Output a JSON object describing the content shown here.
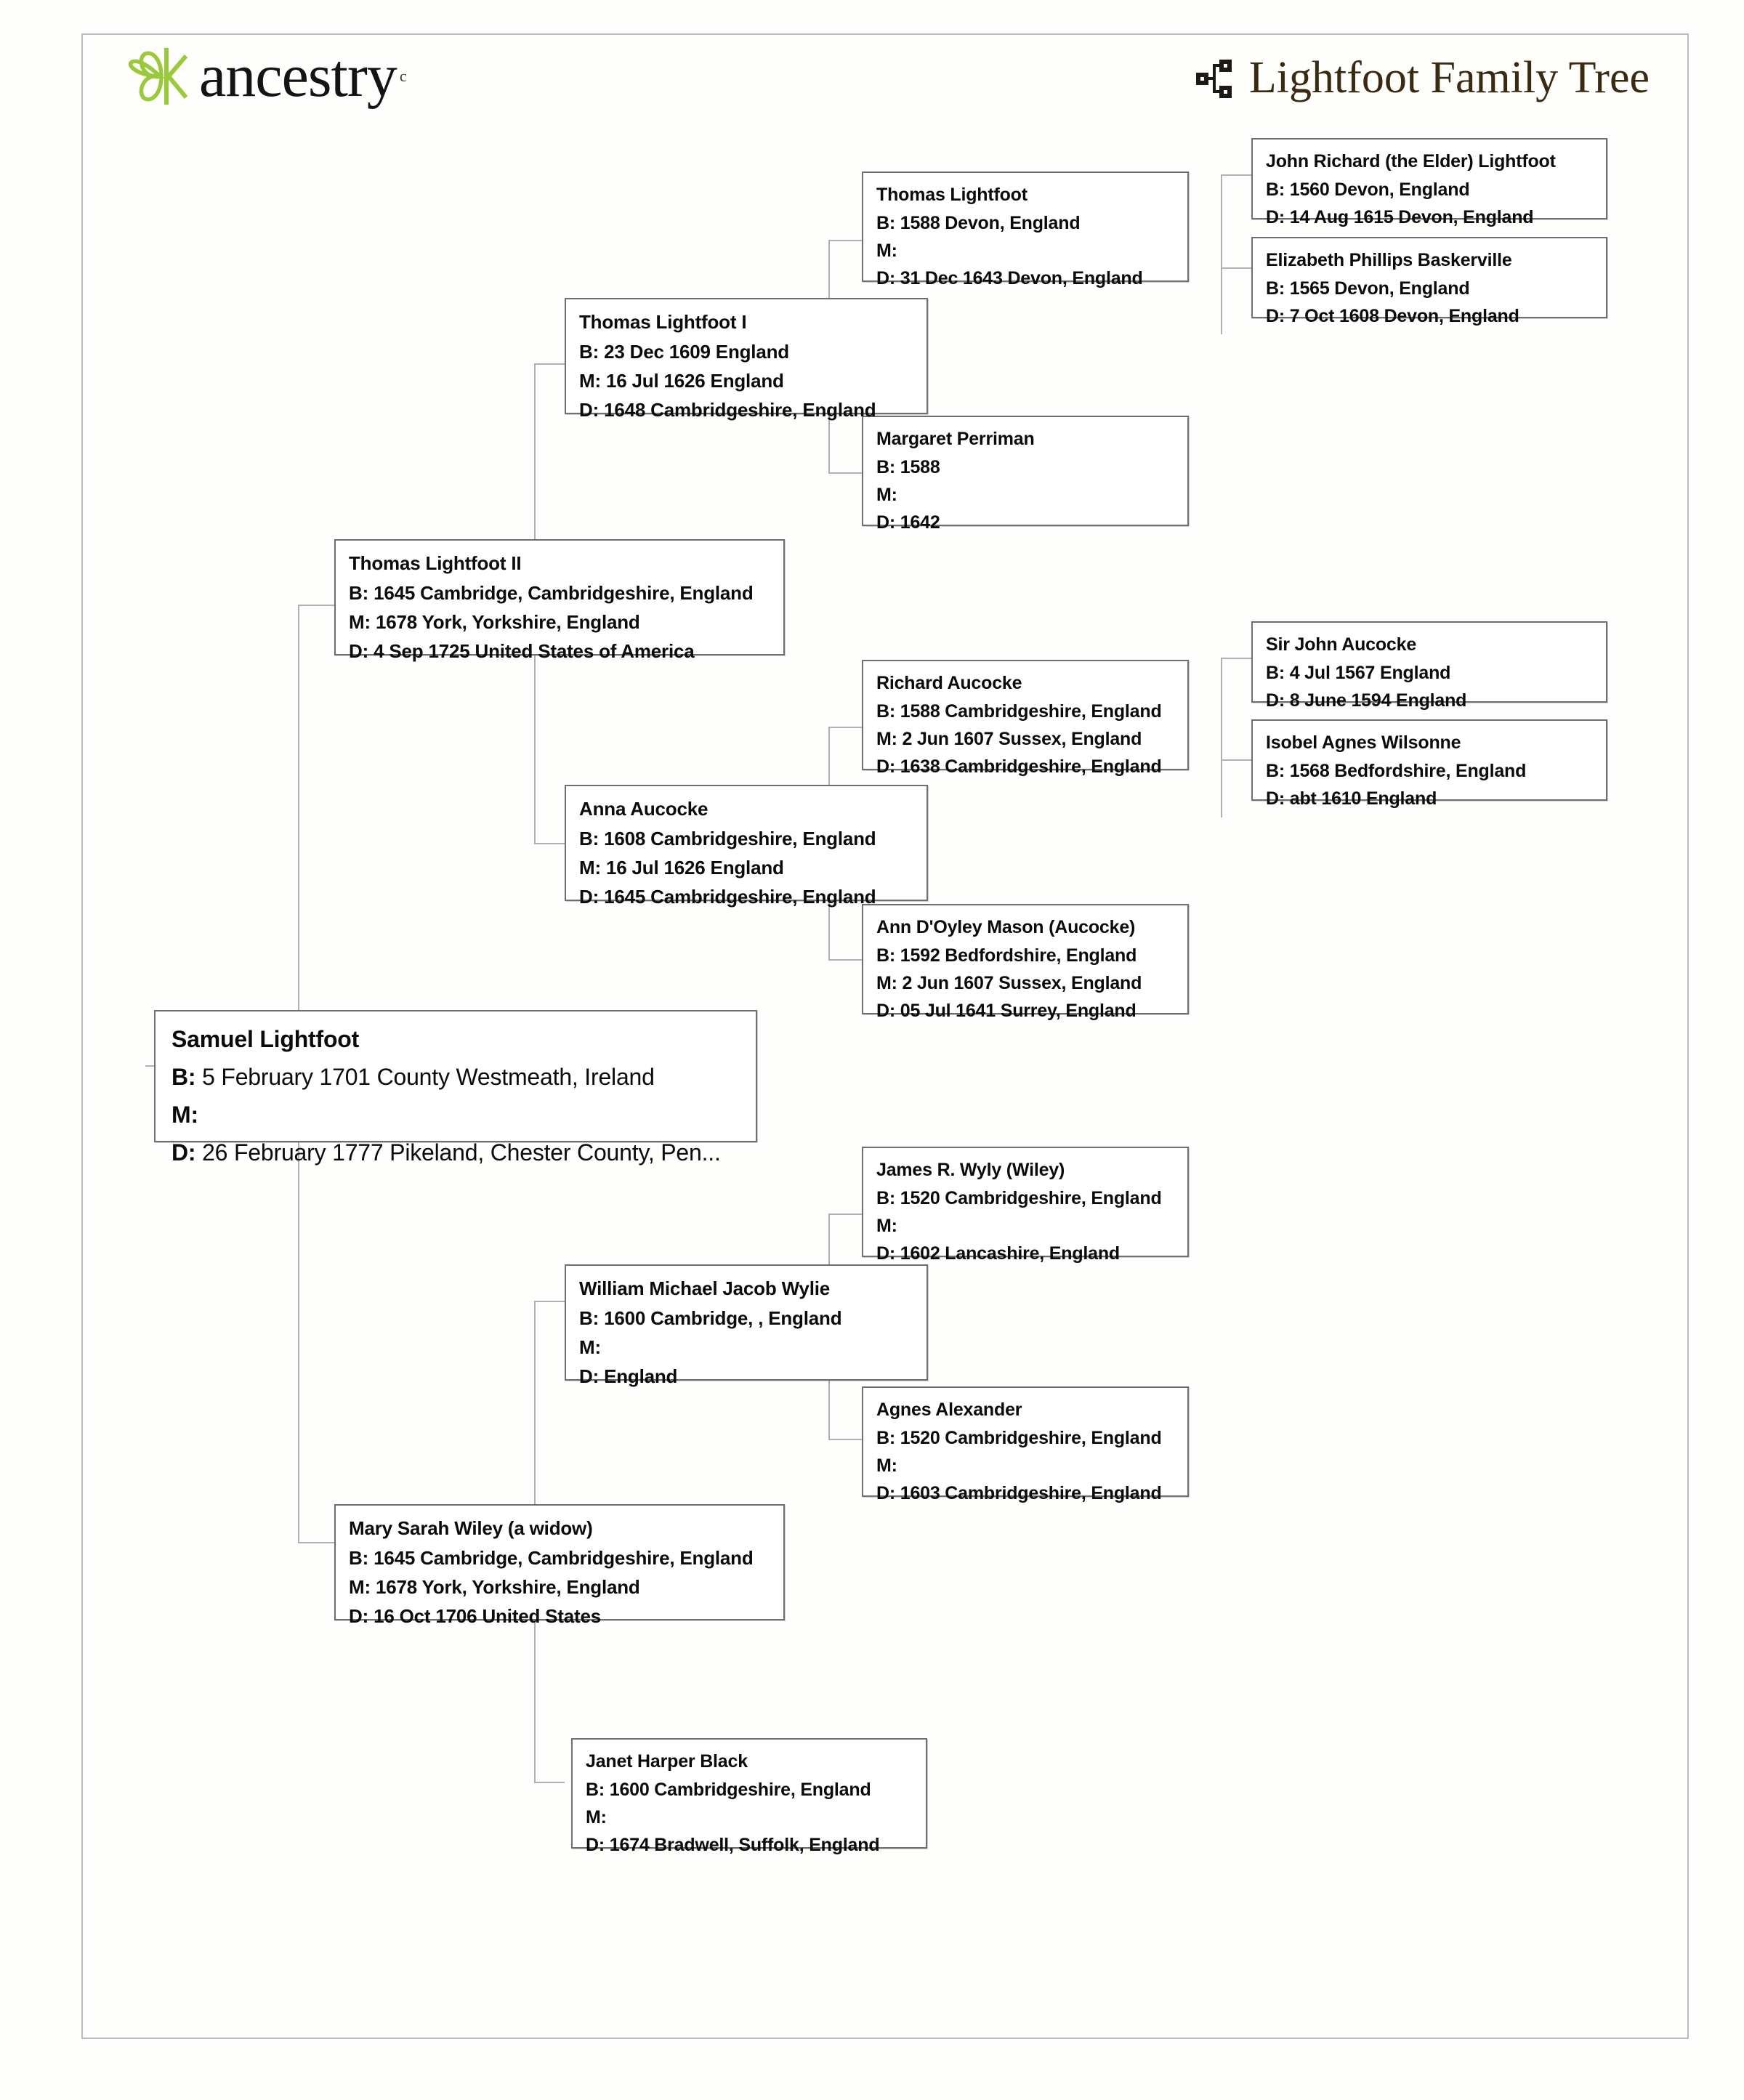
{
  "header": {
    "logo_text": "ancestry",
    "logo_trademark": "c",
    "logo_icon": "ancestry-leaf-logo",
    "title": "Lightfoot Family Tree",
    "title_icon": "family-tree-icon",
    "logo_color": "#9ACA3C",
    "title_color": "#3B2A12"
  },
  "chart_data": {
    "type": "tree",
    "title": "Lightfoot Family Tree",
    "root": "Samuel Lightfoot",
    "generations": 4,
    "labels": {
      "birth": "B:",
      "marriage": "M:",
      "death": "D:"
    }
  },
  "people": {
    "samuel_lightfoot": {
      "name": "Samuel Lightfoot",
      "b_label": "B:",
      "b": "5 February 1701 County Westmeath, Ireland",
      "m_label": "M:",
      "m": "",
      "d_label": "D:",
      "d": "26 February 1777 Pikeland, Chester County, Pen..."
    },
    "thomas_lightfoot_ii": {
      "name": "Thomas Lightfoot II",
      "b_label": "B:",
      "b": "1645 Cambridge, Cambridgeshire, England",
      "m_label": "M:",
      "m": "1678 York, Yorkshire, England",
      "d_label": "D:",
      "d": "4 Sep 1725 United States of America"
    },
    "mary_sarah_wiley": {
      "name": "Mary Sarah Wiley (a widow)",
      "b_label": "B:",
      "b": "1645 Cambridge, Cambridgeshire, England",
      "m_label": "M:",
      "m": "1678 York, Yorkshire, England",
      "d_label": "D:",
      "d": "16 Oct 1706 United States"
    },
    "thomas_lightfoot_i": {
      "name": "Thomas Lightfoot I",
      "b_label": "B:",
      "b": "23 Dec 1609 England",
      "m_label": "M:",
      "m": "16 Jul 1626 England",
      "d_label": "D:",
      "d": "1648 Cambridgeshire, England"
    },
    "anna_aucocke": {
      "name": "Anna Aucocke",
      "b_label": "B:",
      "b": "1608 Cambridgeshire, England",
      "m_label": "M:",
      "m": "16 Jul 1626 England",
      "d_label": "D:",
      "d": "1645 Cambridgeshire, England"
    },
    "william_michael_jacob_wylie": {
      "name": "William Michael Jacob Wylie",
      "b_label": "B:",
      "b": "1600 Cambridge, , England",
      "m_label": "M:",
      "m": "",
      "d_label": "D:",
      "d": "England"
    },
    "janet_harper_black": {
      "name": "Janet Harper Black",
      "b_label": "B:",
      "b": "1600 Cambridgeshire, England",
      "m_label": "M:",
      "m": "",
      "d_label": "D:",
      "d": "1674 Bradwell, Suffolk, England"
    },
    "thomas_lightfoot": {
      "name": "Thomas Lightfoot",
      "b_label": "B:",
      "b": "1588 Devon, England",
      "m_label": "M:",
      "m": "",
      "d_label": "D:",
      "d": "31 Dec 1643 Devon, England"
    },
    "margaret_perriman": {
      "name": "Margaret Perriman",
      "b_label": "B:",
      "b": "1588",
      "m_label": "M:",
      "m": "",
      "d_label": "D:",
      "d": "1642"
    },
    "richard_aucocke": {
      "name": "Richard Aucocke",
      "b_label": "B:",
      "b": "1588 Cambridgeshire, England",
      "m_label": "M:",
      "m": "2 Jun 1607 Sussex, England",
      "d_label": "D:",
      "d": "1638 Cambridgeshire, England"
    },
    "ann_doyley_mason": {
      "name": "Ann D'Oyley Mason (Aucocke)",
      "b_label": "B:",
      "b": "1592 Bedfordshire, England",
      "m_label": "M:",
      "m": "2 Jun 1607 Sussex, England",
      "d_label": "D:",
      "d": "05 Jul 1641 Surrey, England"
    },
    "james_r_wyly": {
      "name": "James R. Wyly (Wiley)",
      "b_label": "B:",
      "b": "1520 Cambridgeshire, England",
      "m_label": "M:",
      "m": "",
      "d_label": "D:",
      "d": "1602 Lancashire, England"
    },
    "agnes_alexander": {
      "name": "Agnes Alexander",
      "b_label": "B:",
      "b": "1520 Cambridgeshire, England",
      "m_label": "M:",
      "m": "",
      "d_label": "D:",
      "d": "1603 Cambridgeshire, England"
    },
    "john_richard_lightfoot": {
      "name": "John Richard (the Elder) Lightfoot",
      "b_label": "B:",
      "b": "1560 Devon, England",
      "d_label": "D:",
      "d": "14 Aug 1615 Devon, England"
    },
    "elizabeth_phillips_baskerville": {
      "name": "Elizabeth Phillips Baskerville",
      "b_label": "B:",
      "b": "1565 Devon, England",
      "d_label": "D:",
      "d": "7 Oct 1608 Devon, England"
    },
    "sir_john_aucocke": {
      "name": "Sir John Aucocke",
      "b_label": "B:",
      "b": "4 Jul 1567 England",
      "d_label": "D:",
      "d": "8 June 1594 England"
    },
    "isobel_agnes_wilsonne": {
      "name": "Isobel Agnes Wilsonne",
      "b_label": "B:",
      "b": "1568 Bedfordshire, England",
      "d_label": "D:",
      "d": "abt 1610 England"
    }
  }
}
